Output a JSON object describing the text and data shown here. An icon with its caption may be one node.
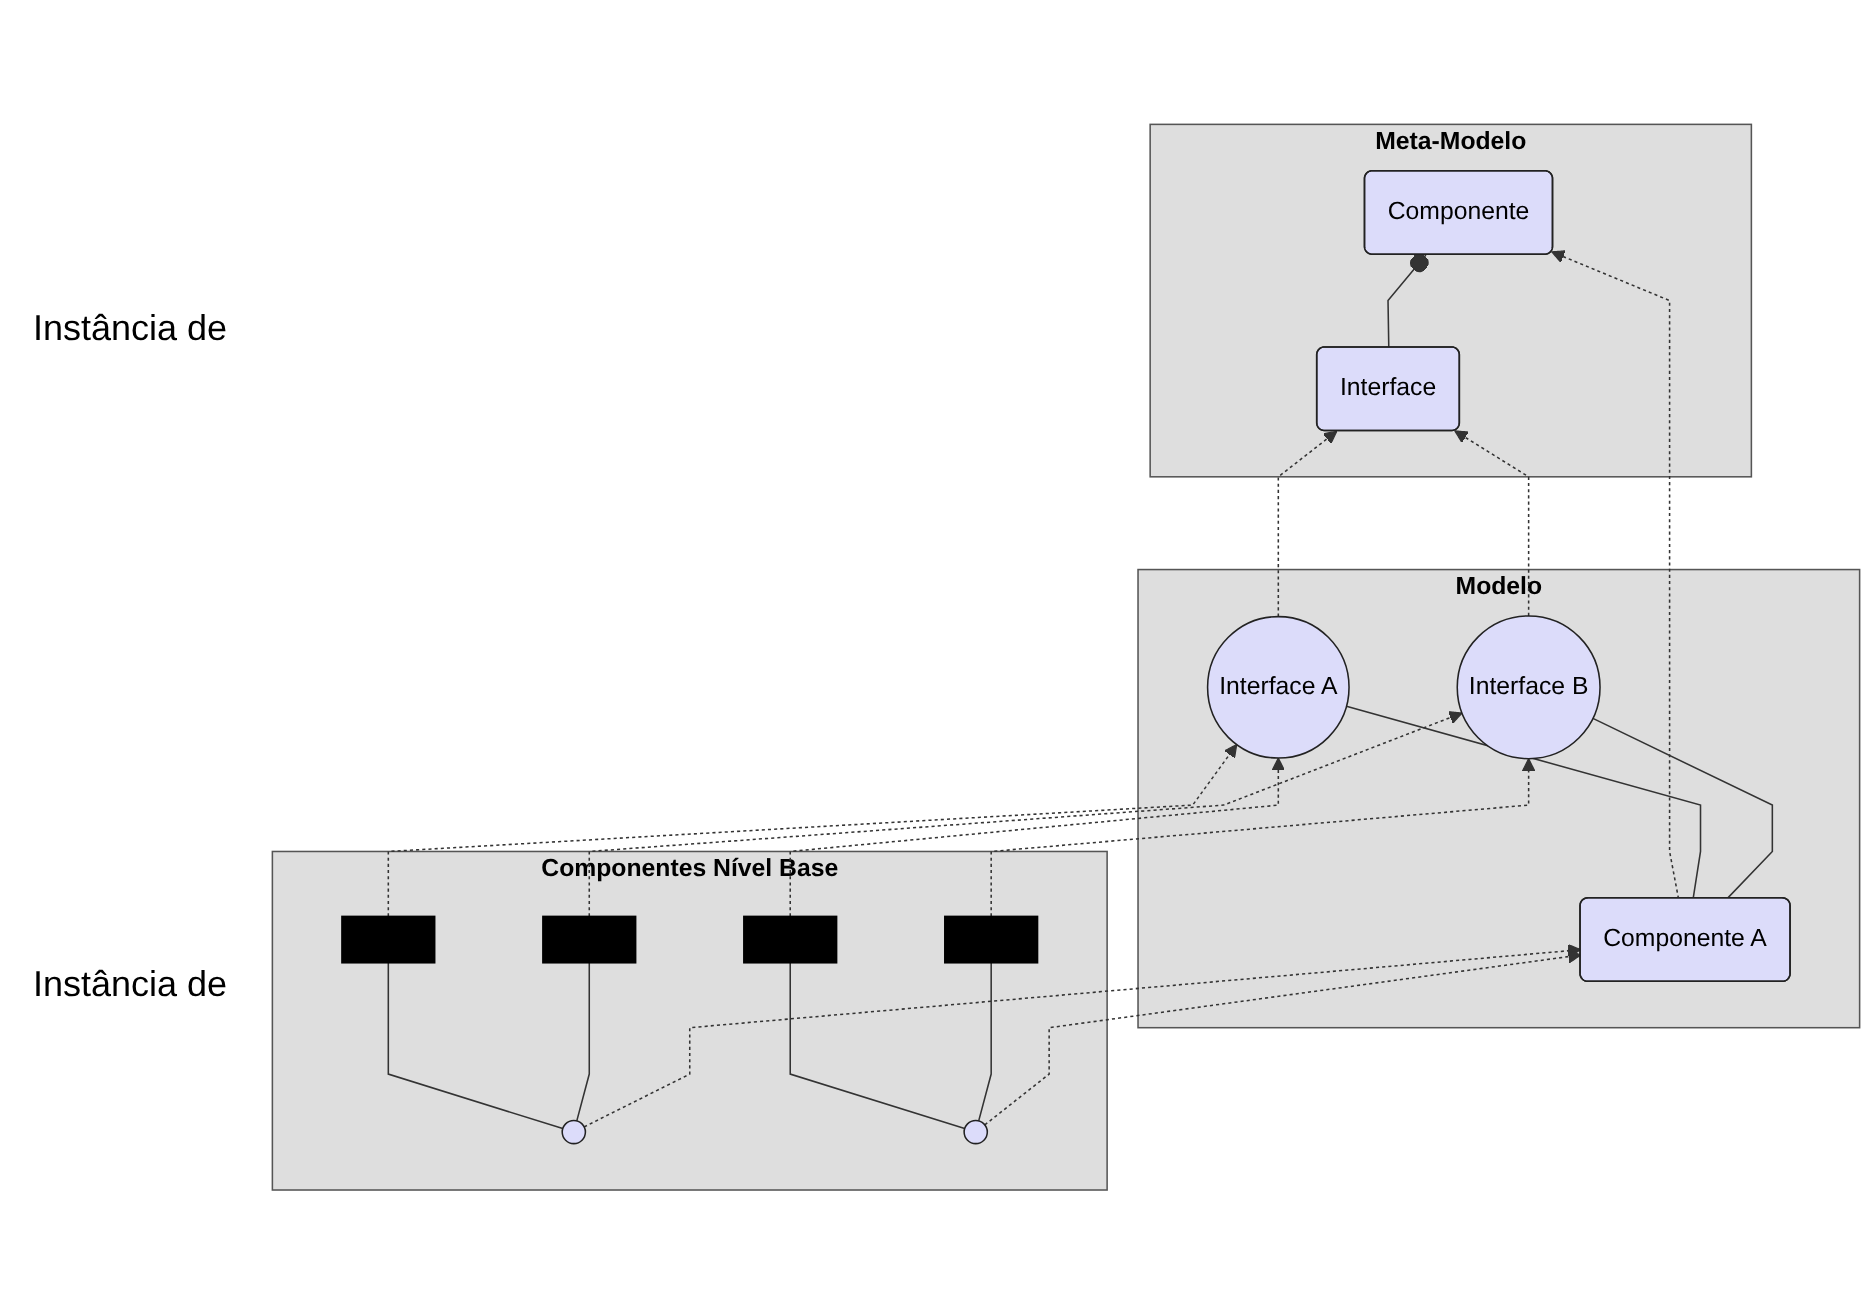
{
  "diagram": {
    "nodes": [
      {
        "text": [
          "Meta-Modelo"
        ]
      },
      {
        "text": [
          "Componente"
        ],
        "in": 0
      },
      {
        "text": [
          "Interface"
        ],
        "in": 0
      },
      {
        "text": [
          "Modelo"
        ]
      },
      {
        "text": [
          "Componente A"
        ],
        "in": 3
      },
      {
        "text": [
          "Interface A"
        ],
        "in": 3
      },
      {
        "text": [
          "Interface B"
        ],
        "in": 3
      },
      {
        "text": [
          "Componentes Nível Base"
        ]
      },
      {
        "text": [],
        "shape": "circle",
        "in": 7
      },
      {
        "text": [],
        "shape": "bar",
        "in": 7
      },
      {
        "text": [],
        "shape": "bar",
        "in": 7
      },
      {
        "text": [],
        "shape": "circle",
        "in": 7
      },
      {
        "text": [],
        "shape": "bar",
        "in": 7
      },
      {
        "text": [],
        "shape": "bar",
        "in": 7
      }
    ],
    "edges": [
      {
        "from": 2,
        "to": 1,
        "arrow": "other"
      },
      {
        "from": 4,
        "to": 1,
        "arrow": "to",
        "style": "dashed"
      },
      {
        "from": 5,
        "to": 2,
        "arrow": "to",
        "style": "dashed"
      },
      {
        "from": 6,
        "to": 2,
        "arrow": "to",
        "style": "dashed"
      },
      {
        "from": 4,
        "to": 5,
        "arrow": "none"
      },
      {
        "from": 4,
        "to": 6,
        "arrow": "none"
      },
      {
        "from": 8,
        "to": 9,
        "arrow": "none"
      },
      {
        "from": 8,
        "to": 10,
        "arrow": "none"
      },
      {
        "from": 11,
        "to": 12,
        "arrow": "none"
      },
      {
        "from": 11,
        "to": 13,
        "arrow": "none"
      },
      {
        "from": 8,
        "to": 4,
        "arrow": "to",
        "style": "dashed"
      },
      {
        "from": 11,
        "to": 4,
        "arrow": "to",
        "style": "dashed"
      },
      {
        "from": 9,
        "to": 5,
        "arrow": "to",
        "style": "dashed"
      },
      {
        "from": 10,
        "to": 6,
        "arrow": "to",
        "style": "dashed"
      },
      {
        "from": 12,
        "to": 5,
        "arrow": "to",
        "style": "dashed"
      },
      {
        "from": 13,
        "to": 6,
        "arrow": "to",
        "style": "dashed"
      }
    ],
    "labels": [
      "Instância de",
      "Instância de"
    ]
  }
}
